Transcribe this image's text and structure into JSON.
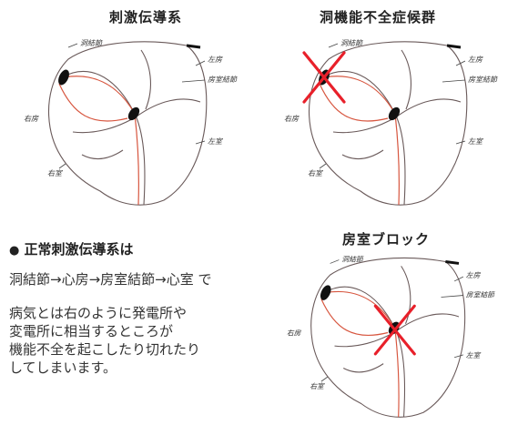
{
  "titles": {
    "normal": "刺激伝導系",
    "sss": "洞機能不全症候群",
    "av_block": "房室ブロック"
  },
  "labels": {
    "sinus_node": "洞結節",
    "right_atrium": "右房",
    "left_atrium": "左房",
    "av_node": "房室結節",
    "right_ventricle": "右室",
    "left_ventricle": "左室"
  },
  "caption": {
    "heading": "正常刺激伝導系は",
    "path": "洞結節→心房→房室結節→心室 で",
    "body": [
      "病気とは右のように発電所や",
      "変電所に相当するところが",
      "機能不全を起こしたり切れたり",
      "してしまいます。"
    ]
  },
  "colors": {
    "outline": "#6a5a5a",
    "conduction_red": "#d7563f",
    "node": "#111111",
    "cross": "#e8202a"
  }
}
